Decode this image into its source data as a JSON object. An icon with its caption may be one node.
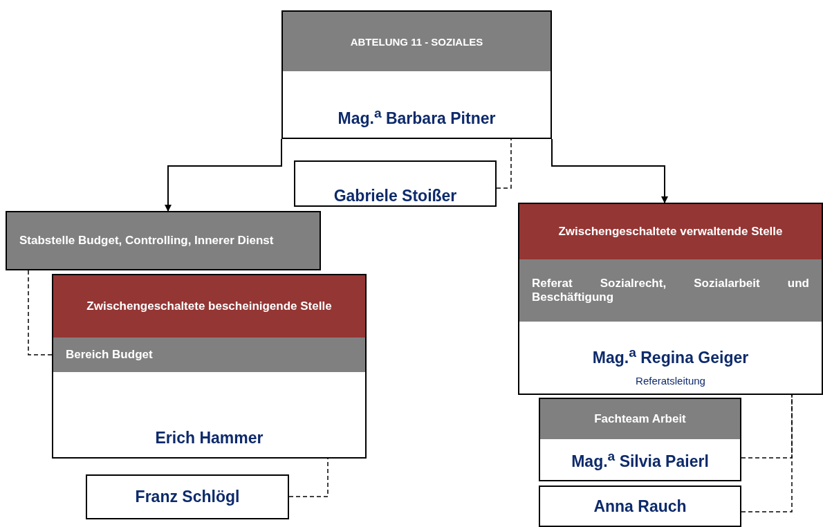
{
  "diagram": {
    "nodes": [
      {
        "text": [
          "ABTELUNG 11 - SOZIALES",
          "Mag.$^{a}$ Barbara Pitner"
        ]
      },
      {
        "text": [
          "Gabriele Stoißer"
        ]
      },
      {
        "text": [
          "Stabstelle Budget, Controlling, Innerer Dienst"
        ]
      },
      {
        "text": [
          "Zwischengeschaltete bescheinigende Stelle",
          "Bereich Budget",
          "Erich Hammer"
        ]
      },
      {
        "text": [
          "Franz Schlögl"
        ]
      },
      {
        "text": [
          "Zwischengeschaltete verwaltende Stelle",
          "Referat Sozialrecht, Sozialarbeit und Beschäftigung",
          "Mag.$^{a}$ Regina Geiger",
          "Referatsleitung"
        ]
      },
      {
        "text": [
          "Fachteam Arbeit",
          "Mag.$^{a}$ Silvia Paierl"
        ]
      },
      {
        "text": [
          "Anna Rauch"
        ]
      }
    ],
    "edges": [
      {
        "from": 0,
        "to": 2,
        "arrow": "to"
      },
      {
        "from": 0,
        "to": 5,
        "arrow": "to"
      },
      {
        "from": 1,
        "to": 0,
        "arrow": "none",
        "style": "dashed"
      },
      {
        "from": 2,
        "to": 3,
        "arrow": "none",
        "style": "dashed"
      },
      {
        "from": 4,
        "to": 3,
        "arrow": "none",
        "style": "dashed"
      },
      {
        "from": 6,
        "to": 5,
        "arrow": "none",
        "style": "dashed"
      },
      {
        "from": 7,
        "to": 5,
        "arrow": "none",
        "style": "dashed"
      }
    ]
  }
}
